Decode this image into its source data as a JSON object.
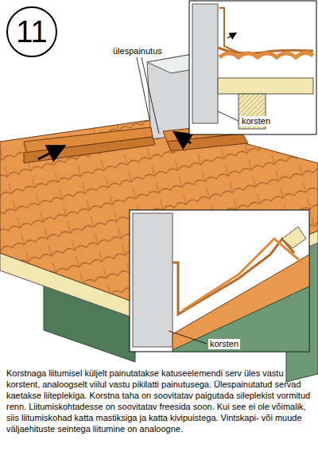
{
  "diagram": {
    "caption": "Korstnaga liitumisel küljelt painutatakse katuseelemendi serv üles vastu korstent, analoogselt viilul vastu pikilatti painutusega. Ülespainutatud servad kaetakse liiteplekiga. Korstna taha on soovitatav paigutada sileplekist vormitud renn. Liitumiskohtadesse on soovitatav freesida soon. Kui see ei ole võimalik, siis liitumiskohad katta mastiksiga ja katta kivipuistega. Vintskapi- või muude väljaehituste seintega liitumine on analoogne.",
    "nodes": [
      {
        "text": [
          "11"
        ]
      }
    ],
    "labels": [
      "ülespainutus",
      "korsten",
      "korsten"
    ]
  }
}
